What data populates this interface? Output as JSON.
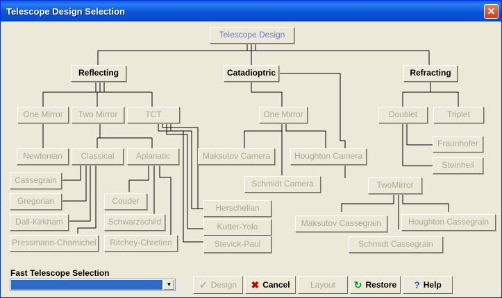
{
  "window": {
    "title": "Telescope Design Selection"
  },
  "tree": {
    "root": "Telescope Design",
    "reflecting": "Reflecting",
    "catadioptric": "Catadioptric",
    "refracting": "Refracting",
    "one_mirror": "One Mirror",
    "two_mirror": "Two Mirror",
    "tct": "TCT",
    "newtonian": "Newtonian",
    "classical": "Classical",
    "aplanatic": "Aplanatic",
    "cassegrain": "Cassegrain",
    "gregorian": "Gregorian",
    "dall_kirkham": "Dall-Kirkham",
    "pressmann_chamichel": "Pressmann-Chamichel",
    "couder": "Couder",
    "schwarzschild": "Schwarzschild",
    "ritchey_chretien": "Ritchey-Chretien",
    "herschelian": "Herschelian",
    "kutter_yolo": "Kutter-Yolo",
    "stevick_paul": "Stevick-Paul",
    "cata_one_mirror": "One Mirror",
    "maksutov_camera": "Maksutov Camera",
    "houghton_camera": "Houghton Camera",
    "schmidt_camera": "Schmidt Camera",
    "two_mirror_cata": "TwoMirror",
    "maksutov_cassegrain": "Maksutov Cassegrain",
    "houghton_cassegrain": "Houghton Cassegrain",
    "schmidt_cassegrain": "Schmidt Cassegrain",
    "doublet": "Doublet",
    "triplet": "Triplet",
    "fraunhofer": "Fraunhofer",
    "steinheil": "Steinheil"
  },
  "fast_selection": {
    "label": "Fast Telescope Selection",
    "value": ""
  },
  "buttons": {
    "design": "Design",
    "cancel": "Cancel",
    "layout": "Layout",
    "restore": "Restore",
    "help": "Help"
  },
  "icons": {
    "close": "close-icon",
    "check": "check-icon",
    "cancel": "x-icon",
    "restore": "refresh-icon",
    "help": "question-icon",
    "dropdown": "chevron-down-icon"
  },
  "colors": {
    "titlebar": "#0A5FE8",
    "face": "#ECE9D8",
    "disabled_text": "#ACA899",
    "root_text": "#7070D8",
    "selection": "#316AC5"
  }
}
